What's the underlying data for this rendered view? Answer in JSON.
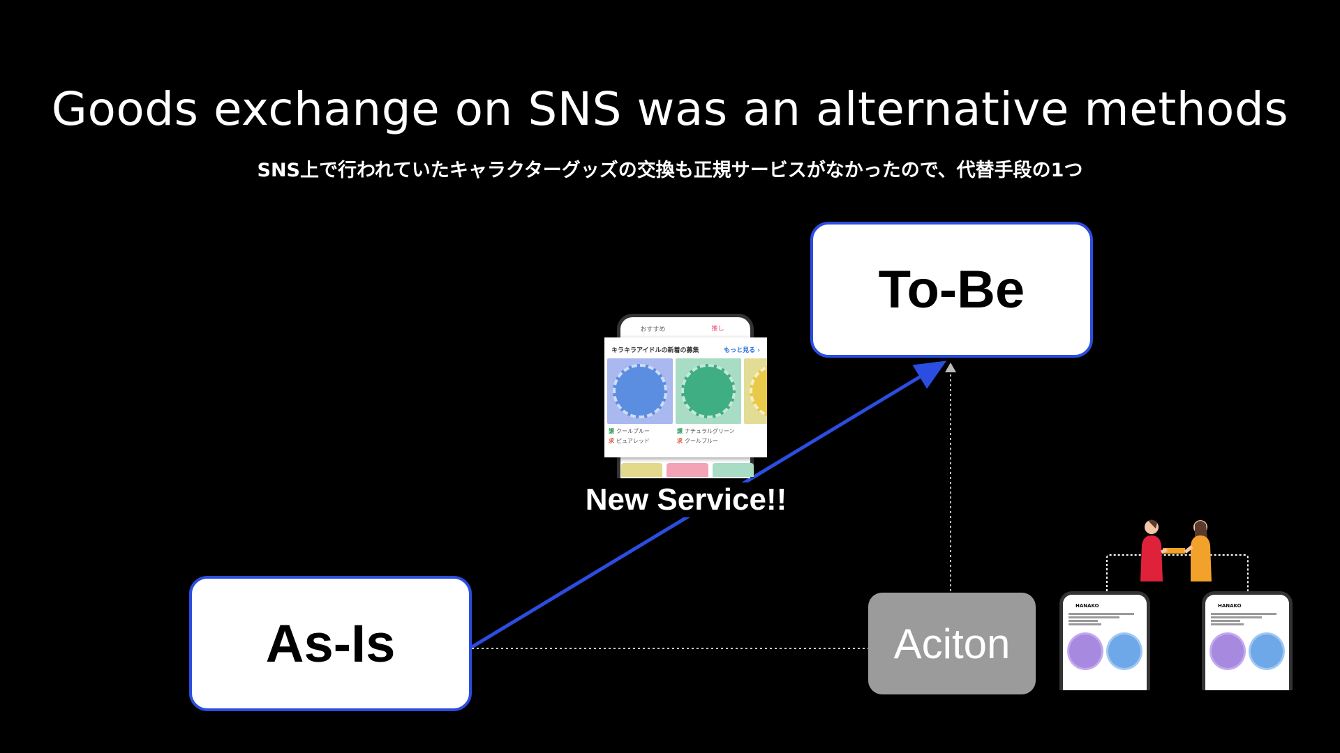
{
  "title": "Goods exchange on SNS was an alternative methods",
  "subtitle": "SNS上で行われていたキャラクターグッズの交換も正規サービスがなかったので、代替手段の1つ",
  "nodes": {
    "as_is": "As-Is",
    "to_be": "To-Be",
    "action": "Aciton",
    "new_service": "New Service!!"
  },
  "colors": {
    "background": "#000000",
    "accent_blue": "#2b4de0",
    "action_gray": "#9b9b9b"
  },
  "service_mock": {
    "tabs": [
      "おすすめ",
      "推し"
    ],
    "header": "キラキラアイドルの新着の募集",
    "more_link": "もっと見る",
    "items": [
      {
        "give": "譲",
        "give_value": "クールブルー",
        "want": "求",
        "want_value": "ピュアレッド"
      },
      {
        "give": "譲",
        "give_value": "ナチュラルグリーン",
        "want": "求",
        "want_value": "クールブルー"
      }
    ]
  },
  "sns_posts": [
    {
      "user": "HANAKO"
    },
    {
      "user": "HANAKO"
    }
  ]
}
